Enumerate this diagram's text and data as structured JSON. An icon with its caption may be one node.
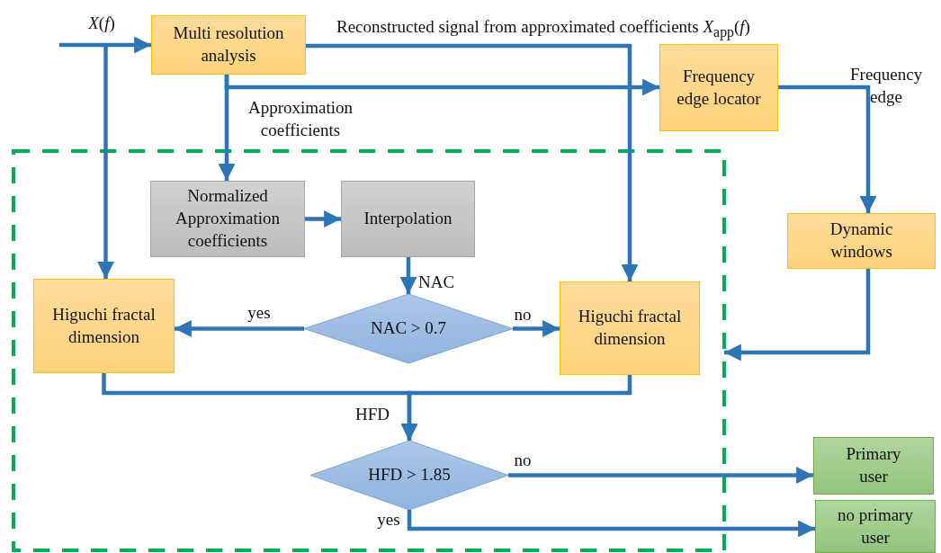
{
  "diagram": {
    "nodes": [
      {
        "text": [
          "Multi resolution analysis"
        ]
      },
      {
        "text": [
          "Frequency edge locator"
        ]
      },
      {
        "text": [],
        "shape": "box"
      },
      {
        "text": [
          "Normalized Approximation coefficients"
        ],
        "in": 2
      },
      {
        "text": [
          "Interpolation"
        ],
        "in": 2
      },
      {
        "text": [
          "Dynamic windows"
        ]
      },
      {
        "text": [
          "Higuchi fractal dimension"
        ],
        "in": 2
      },
      {
        "text": [
          "NAC > 0.7"
        ],
        "in": 2
      },
      {
        "text": [
          "Higuchi fractal dimension"
        ],
        "in": 2
      },
      {
        "text": [
          "HFD > 1.85"
        ],
        "in": 2
      },
      {
        "text": [
          "Primary user"
        ]
      },
      {
        "text": [
          "no primary user"
        ]
      }
    ],
    "edges": [
      {
        "from": null,
        "to": 0,
        "arrow": "to",
        "label": "*X*(*f*)"
      },
      {
        "from": null,
        "to": 6,
        "arrow": "to"
      },
      {
        "from": 0,
        "to": 8,
        "arrow": "to",
        "label": "Reconstructed signal from approximated coefficients *X*$_{app}$(*f*)"
      },
      {
        "from": 0,
        "to": 1,
        "arrow": "to"
      },
      {
        "from": 0,
        "to": 3,
        "arrow": "to",
        "label": "Approximation coefficients"
      },
      {
        "from": 1,
        "to": 5,
        "arrow": "to",
        "label": "Frequency edge"
      },
      {
        "from": 3,
        "to": 4,
        "arrow": "to"
      },
      {
        "from": 4,
        "to": 7,
        "arrow": "to",
        "label": "NAC"
      },
      {
        "from": 7,
        "to": 6,
        "arrow": "to",
        "label": "yes"
      },
      {
        "from": 7,
        "to": 8,
        "arrow": "to",
        "label": "no"
      },
      {
        "from": 5,
        "to": 2,
        "arrow": "to"
      },
      {
        "from": 6,
        "to": 9,
        "arrow": "to",
        "label": "HFD"
      },
      {
        "from": 8,
        "to": 9,
        "arrow": "to"
      },
      {
        "from": 9,
        "to": 10,
        "arrow": "to",
        "label": "no"
      },
      {
        "from": 9,
        "to": 11,
        "arrow": "to",
        "label": "yes"
      }
    ]
  }
}
